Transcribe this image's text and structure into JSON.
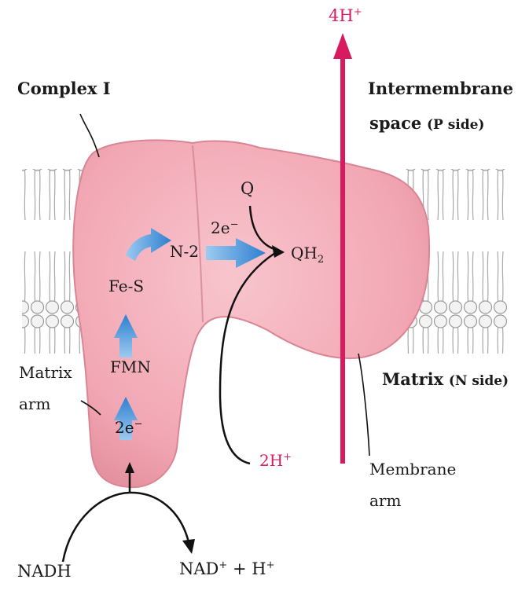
{
  "labels": {
    "complex_i": "Complex I",
    "intermembrane_line1": "Intermembrane",
    "intermembrane_line2": "space",
    "p_side": "(P side)",
    "matrix": "Matrix",
    "n_side": "(N side)",
    "matrix_arm_line1": "Matrix",
    "matrix_arm_line2": "arm",
    "membrane_arm_line1": "Membrane",
    "membrane_arm_line2": "arm",
    "nadh": "NADH",
    "nad_base": "NAD",
    "nad_sup": "+",
    "nad_rest": " + H",
    "h_sup": "+",
    "fmn": "FMN",
    "fes": "Fe-S",
    "n2": "N-2",
    "two_e_bottom": "2e",
    "two_e_top": "2e",
    "e_sup": "−",
    "q": "Q",
    "qh2_base": "QH",
    "qh2_sub": "2",
    "h_out_base": "4H",
    "h_out_sup": "+",
    "h_in_base": "2H",
    "h_in_sup": "+"
  },
  "colors": {
    "protein": "#f2a7b4",
    "protein_edge": "#d98593",
    "proton_arrow": "#d81b60",
    "electron_arrow": "#3f8fd6",
    "membrane": "#d9d9d9"
  }
}
